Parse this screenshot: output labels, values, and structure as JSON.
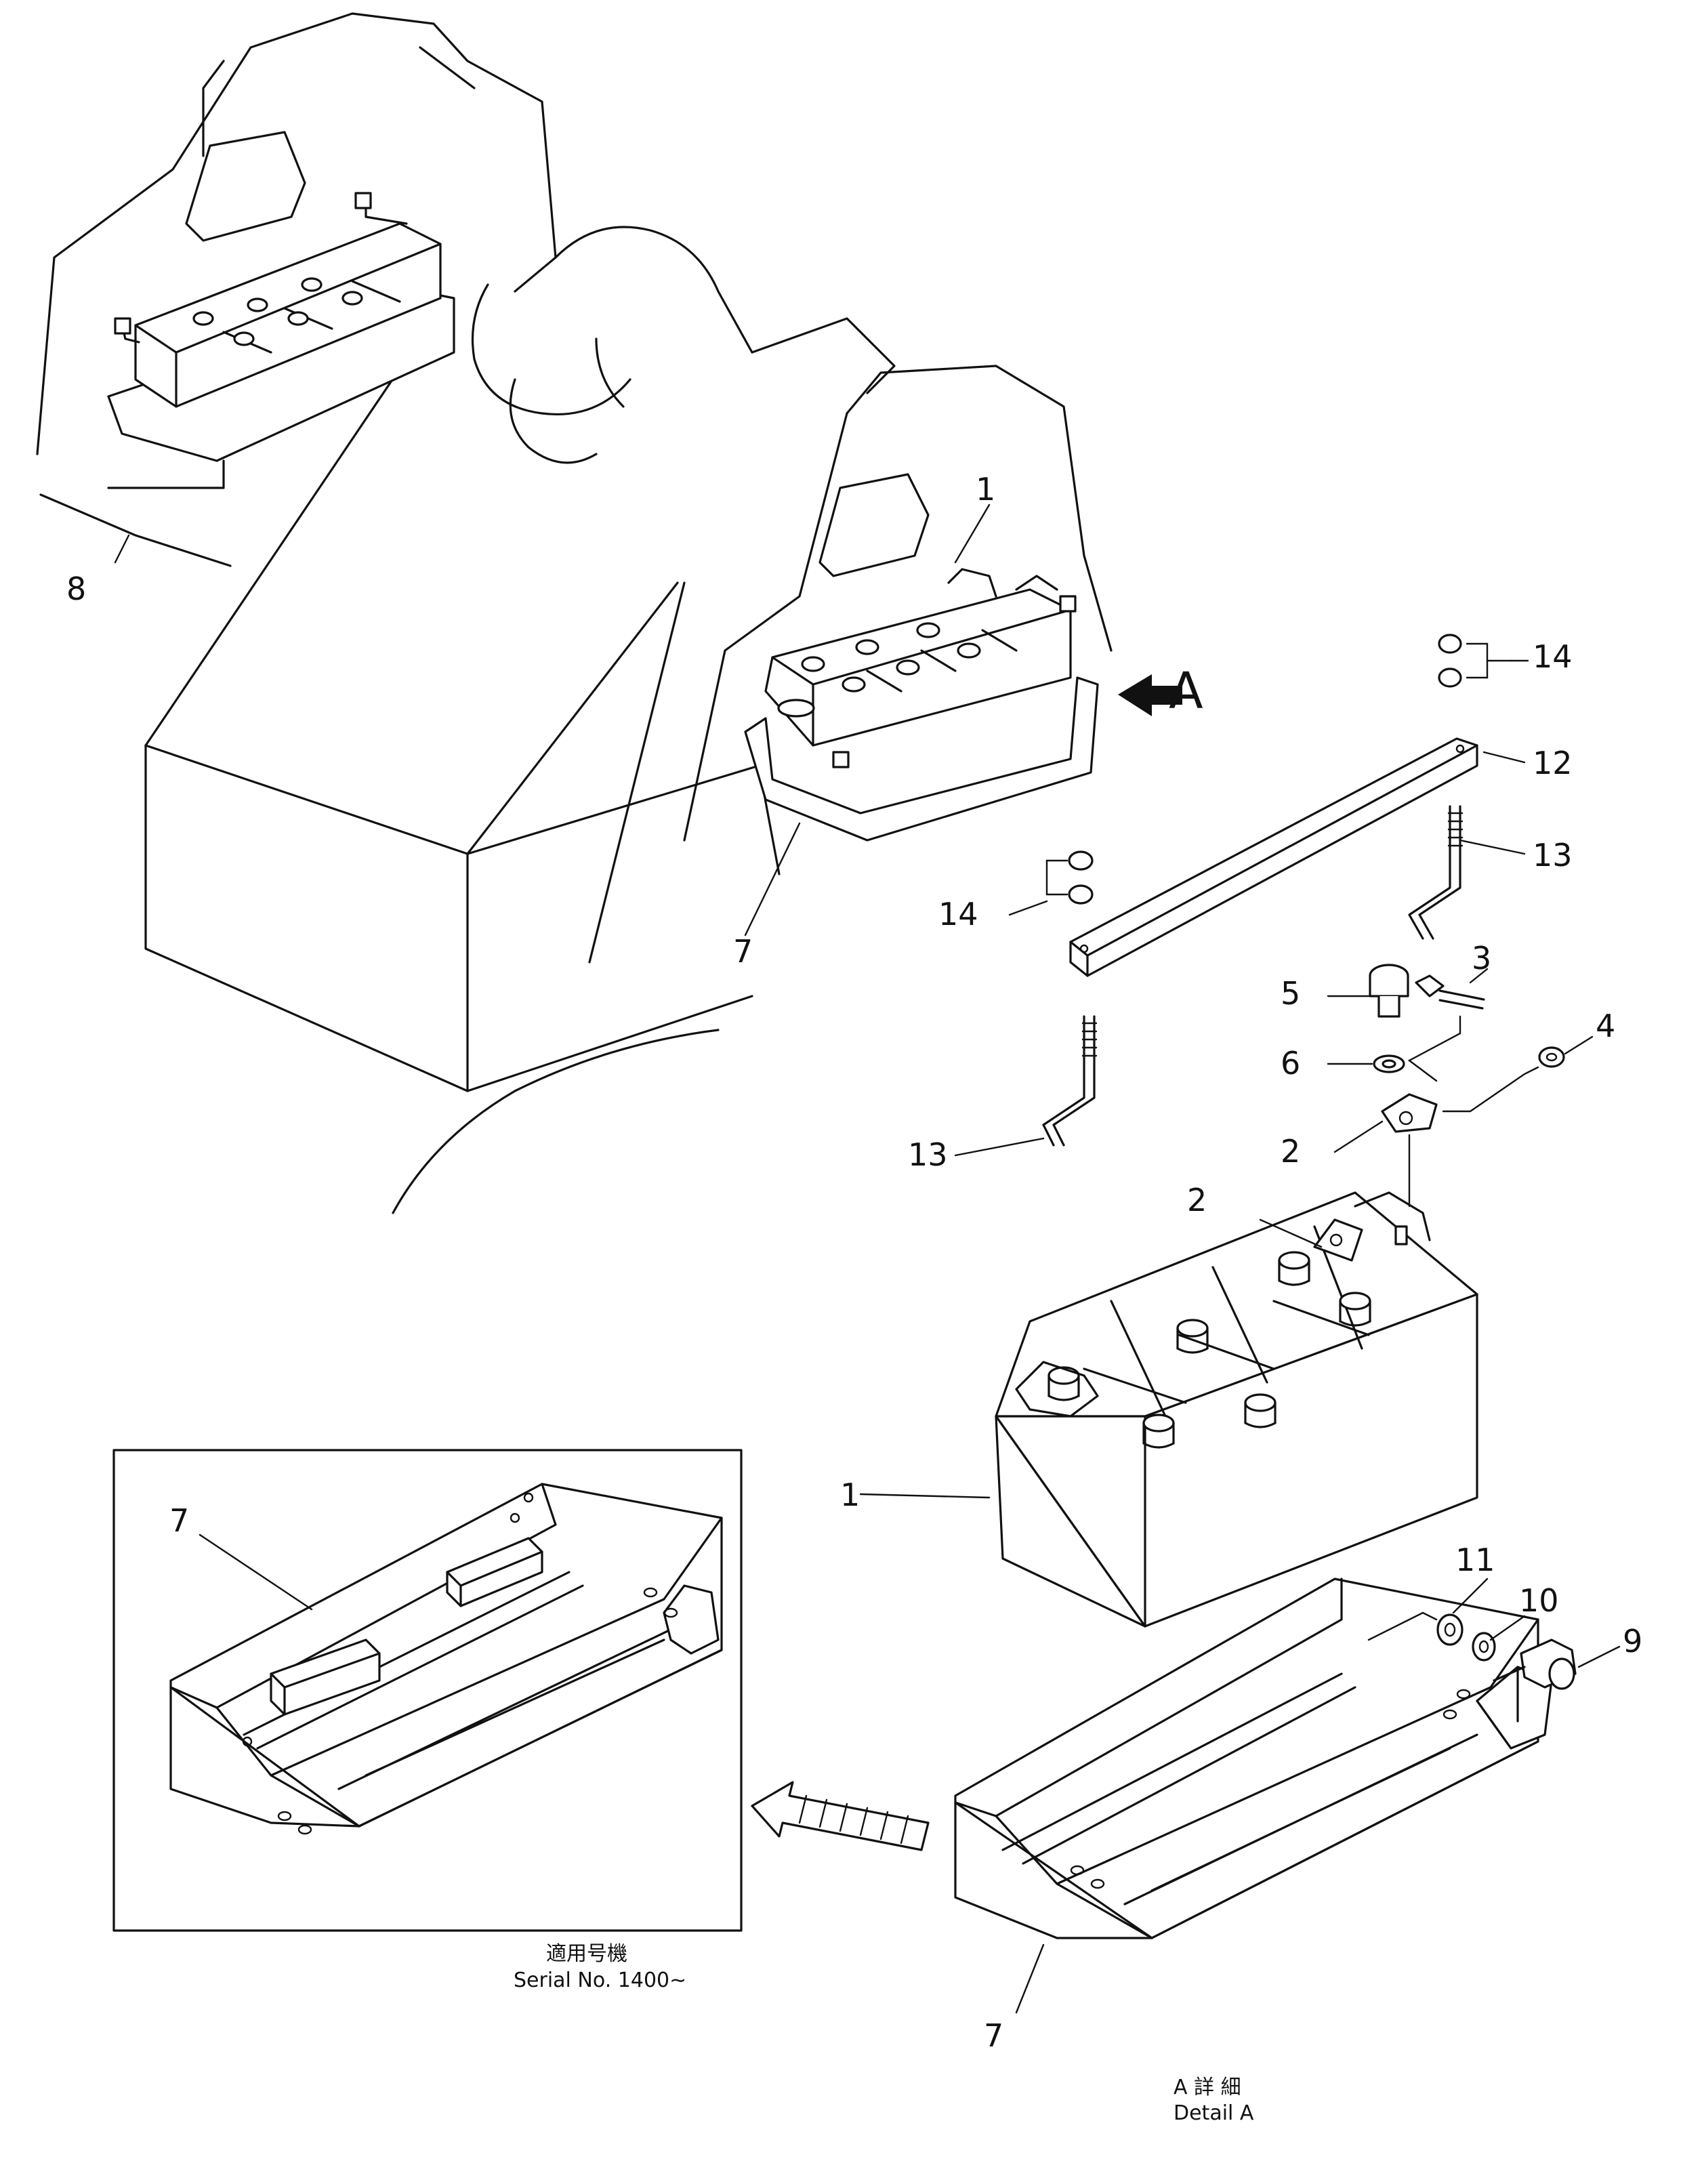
{
  "callouts": {
    "c1_top": "1",
    "c8": "8",
    "c7_top": "7",
    "c14_right": "14",
    "c14_left": "14",
    "c12": "12",
    "c13_right": "13",
    "c13_left": "13",
    "c3": "3",
    "c5": "5",
    "c6": "6",
    "c4": "4",
    "c2_upper": "2",
    "c2_lower": "2",
    "c1_detail": "1",
    "c11": "11",
    "c10": "10",
    "c9": "9",
    "c7_inset": "7",
    "c7_detail": "7"
  },
  "view_marker": "A",
  "inset_caption": {
    "jp": "適用号機",
    "serial": "Serial No. 1400∼"
  },
  "detail_caption": {
    "jp": "A 詳 細",
    "en": "Detail A"
  }
}
